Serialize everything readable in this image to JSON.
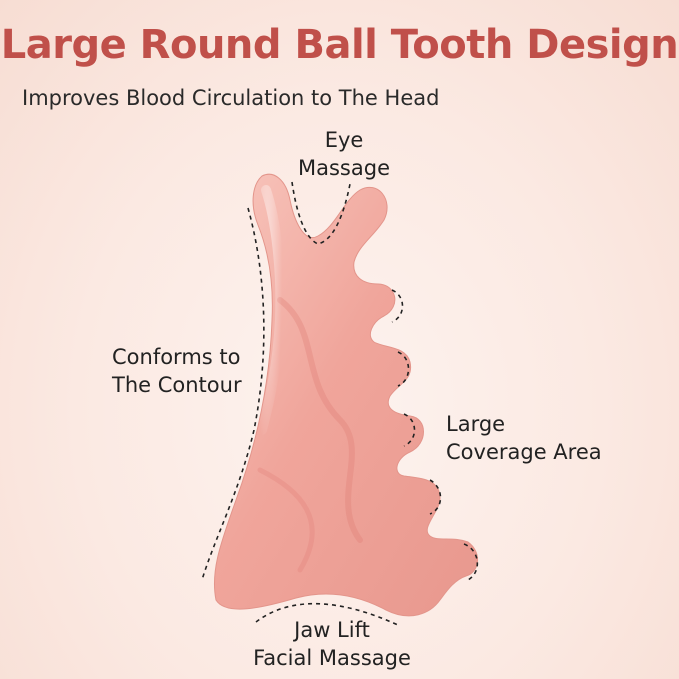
{
  "headline": "Large Round Ball Tooth Design",
  "subheadline": "Improves Blood Circulation to The Head",
  "callouts": {
    "eye": {
      "line1": "Eye",
      "line2": "Massage"
    },
    "contour": {
      "line1": "Conforms to",
      "line2": "The Contour"
    },
    "coverage": {
      "line1": "Large",
      "line2": "Coverage Area"
    },
    "jaw": {
      "line1": "Jaw Lift",
      "line2": "Facial Massage"
    }
  },
  "colors": {
    "headline": "#c0504a",
    "product": "#f2a8a0",
    "background": "#fbe9e2"
  }
}
